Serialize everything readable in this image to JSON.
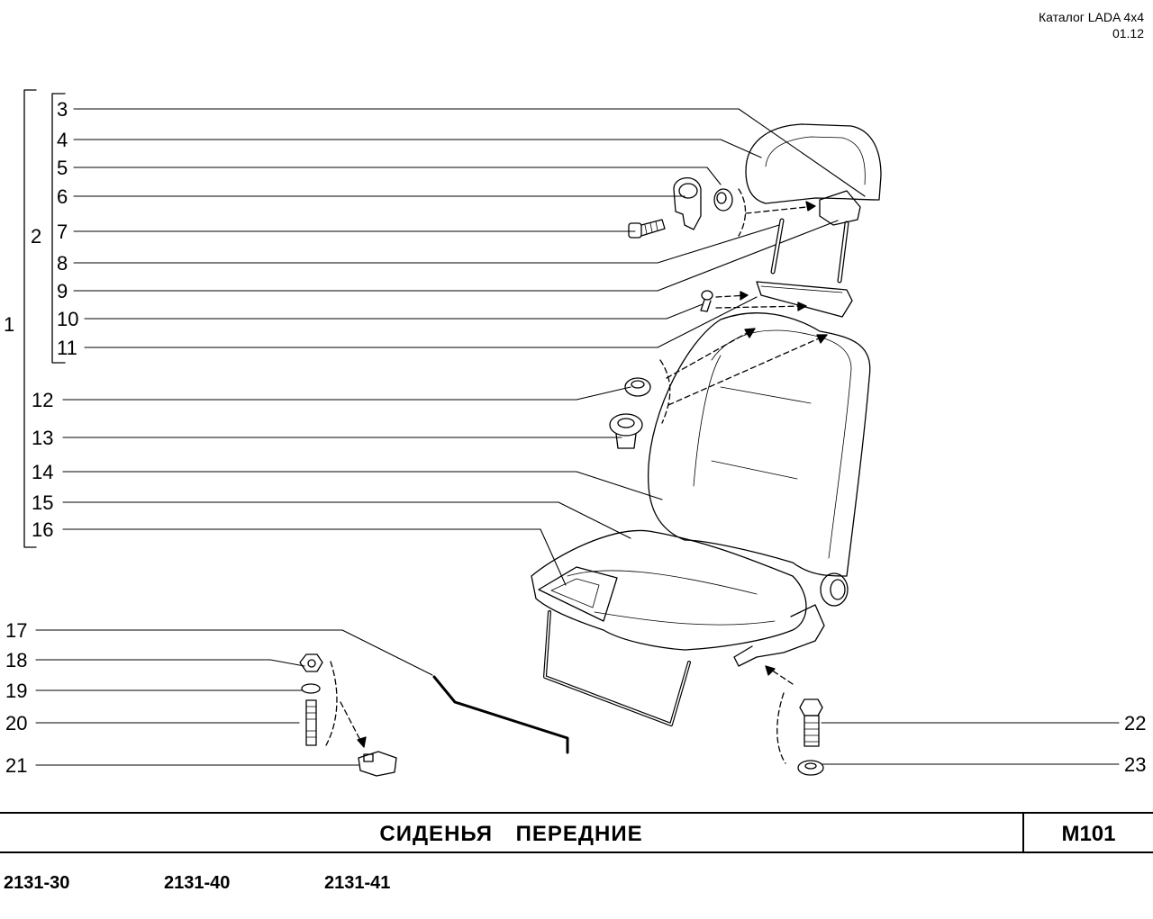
{
  "catalog": {
    "title": "Каталог  LADA  4x4",
    "date": "01.12"
  },
  "callouts": {
    "c1": "1",
    "c2": "2",
    "c3": "3",
    "c4": "4",
    "c5": "5",
    "c6": "6",
    "c7": "7",
    "c8": "8",
    "c9": "9",
    "c10": "10",
    "c11": "11",
    "c12": "12",
    "c13": "13",
    "c14": "14",
    "c15": "15",
    "c16": "16",
    "c17": "17",
    "c18": "18",
    "c19": "19",
    "c20": "20",
    "c21": "21",
    "c22": "22",
    "c23": "23"
  },
  "section": {
    "title": "СИДЕНЬЯ   ПЕРЕДНИЕ",
    "code": "М101"
  },
  "models": [
    "2131-30",
    "2131-40",
    "2131-41"
  ],
  "colors": {
    "ink": "#000000",
    "paper": "#ffffff"
  }
}
